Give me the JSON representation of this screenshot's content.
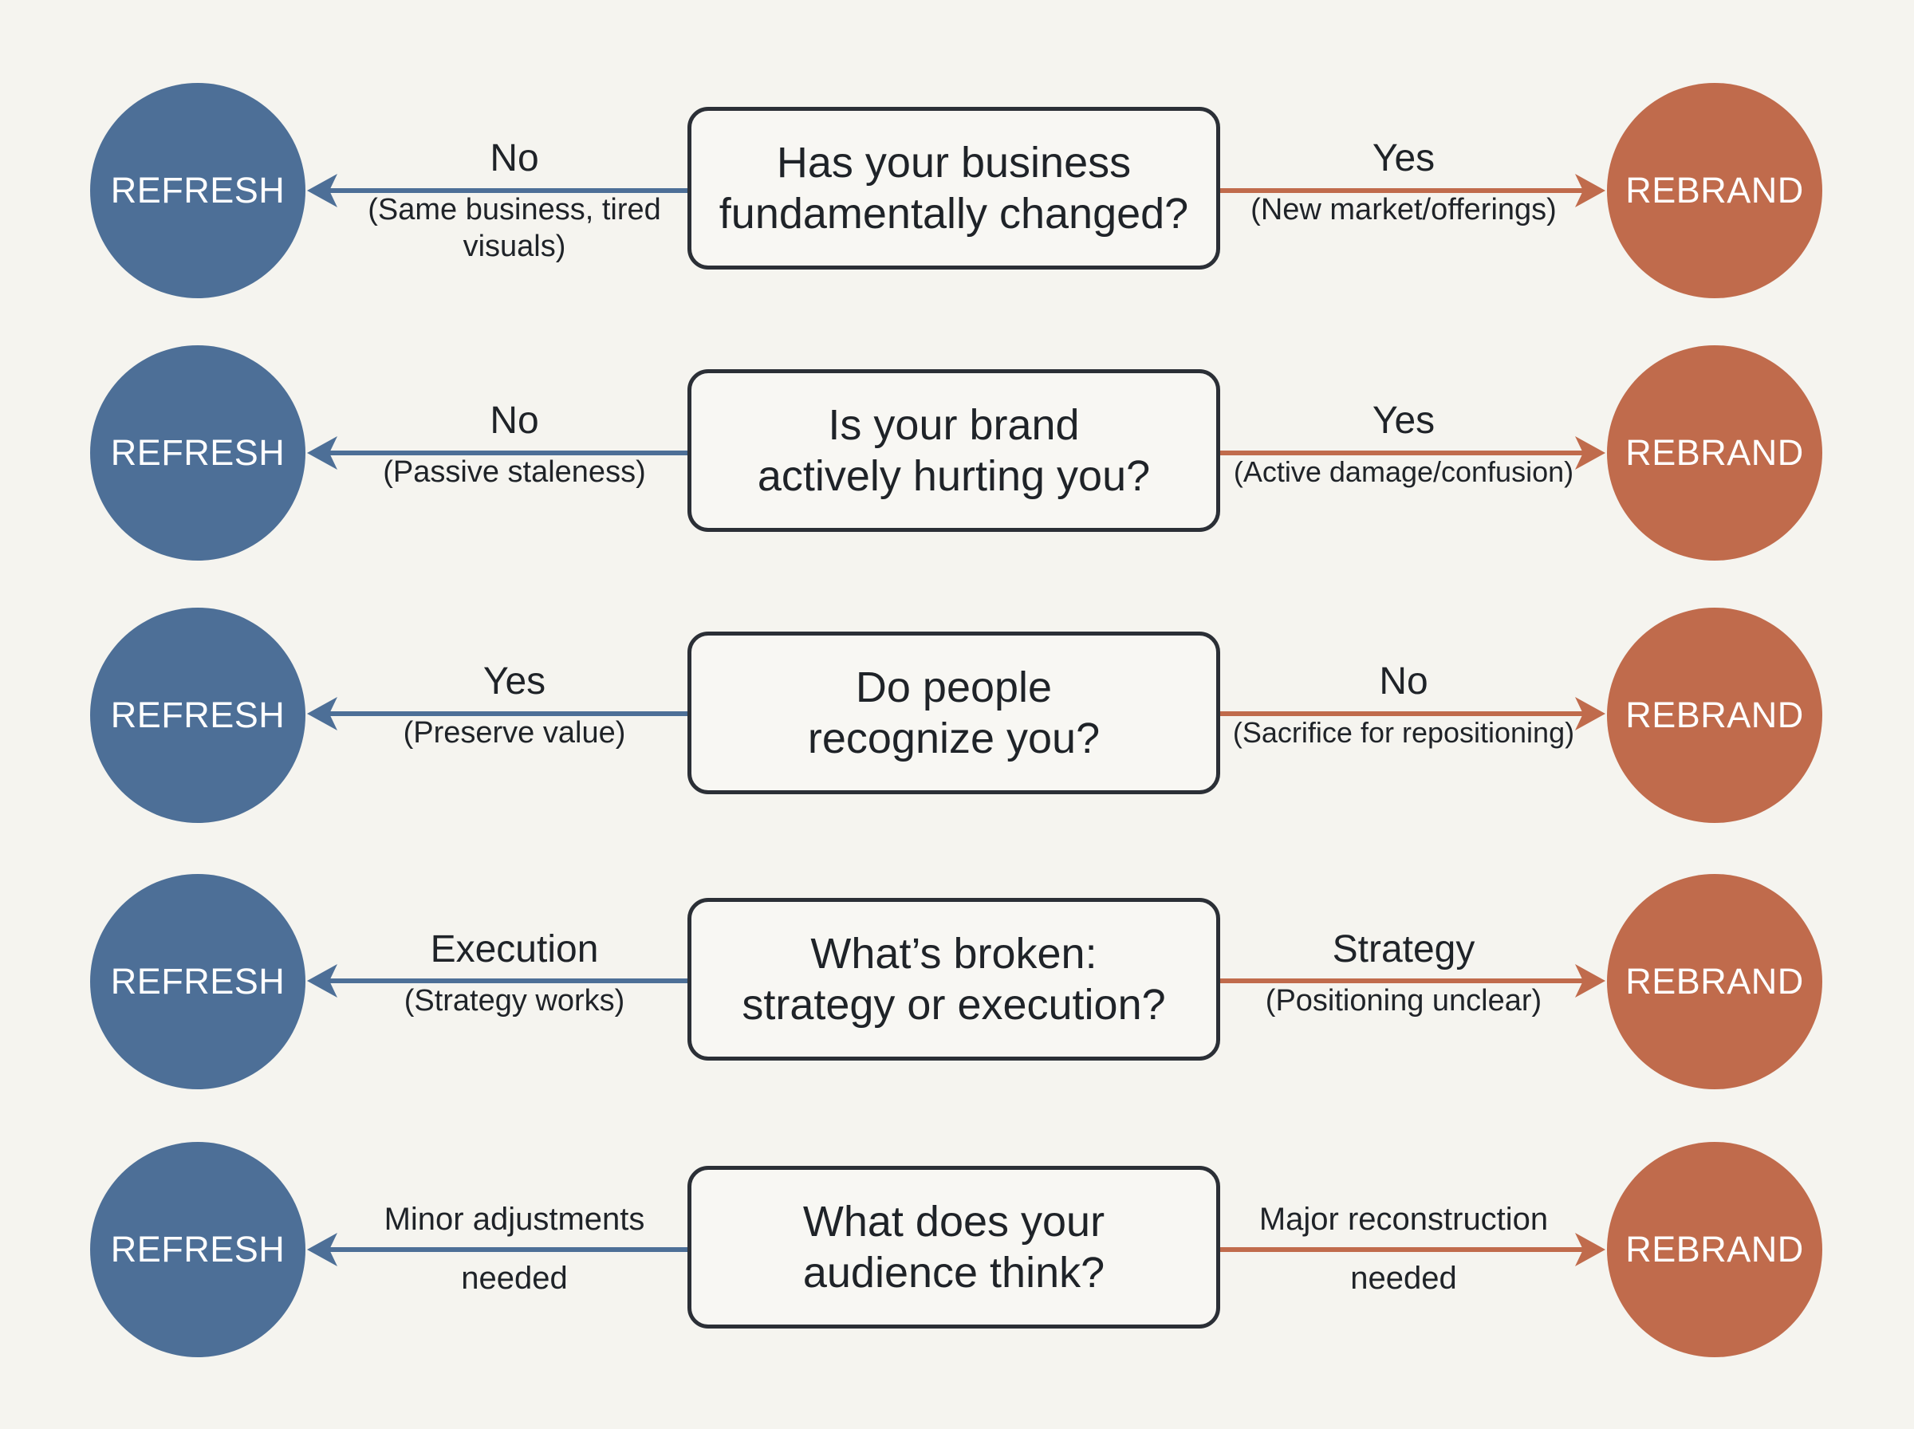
{
  "colors": {
    "refresh": "#4d6f97",
    "rebrand": "#c06b4c",
    "box_border": "#2b2f36",
    "background": "#f5f4ef"
  },
  "rows": [
    {
      "question": [
        "Has your business",
        "fundamentally changed?"
      ],
      "left": {
        "circle": "REFRESH",
        "answer": "No",
        "detail": "(Same business, tired visuals)"
      },
      "right": {
        "circle": "REBRAND",
        "answer": "Yes",
        "detail": "(New market/offerings)"
      }
    },
    {
      "question": [
        "Is your brand",
        "actively hurting you?"
      ],
      "left": {
        "circle": "REFRESH",
        "answer": "No",
        "detail": "(Passive staleness)"
      },
      "right": {
        "circle": "REBRAND",
        "answer": "Yes",
        "detail": "(Active damage/confusion)"
      }
    },
    {
      "question": [
        "Do people",
        "recognize you?"
      ],
      "left": {
        "circle": "REFRESH",
        "answer": "Yes",
        "detail": "(Preserve value)"
      },
      "right": {
        "circle": "REBRAND",
        "answer": "No",
        "detail": "(Sacrifice for repositioning)"
      }
    },
    {
      "question": [
        "What’s broken:",
        "strategy or execution?"
      ],
      "left": {
        "circle": "REFRESH",
        "answer": "Execution",
        "detail": "(Strategy works)"
      },
      "right": {
        "circle": "REBRAND",
        "answer": "Strategy",
        "detail": "(Positioning unclear)"
      }
    },
    {
      "question": [
        "What does your",
        "audience think?"
      ],
      "left": {
        "circle": "REFRESH",
        "answer": "Minor adjustments",
        "detail": "needed"
      },
      "right": {
        "circle": "REBRAND",
        "answer": "Major reconstruction",
        "detail": "needed"
      }
    }
  ]
}
